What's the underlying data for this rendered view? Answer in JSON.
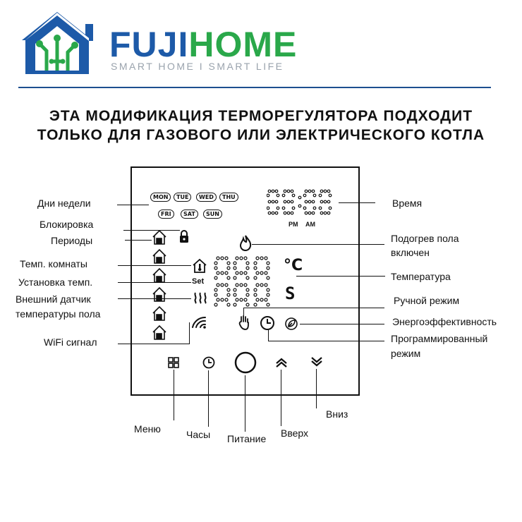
{
  "brand": {
    "name_left": "FUJI",
    "name_right": "HOME",
    "tagline": "SMART HOME  I  SMART LIFE",
    "colors": {
      "blue": "#1d5aa8",
      "green": "#2aa84a"
    }
  },
  "headline": {
    "line1": "ЭТА МОДИФИКАЦИЯ ТЕРМОРЕГУЛЯТОРА ПОДХОДИТ",
    "line2": "ТОЛЬКО ДЛЯ ГАЗОВОГО ИЛИ ЭЛЕКТРИЧЕСКОГО КОТЛА"
  },
  "display": {
    "days_row1": [
      "MON",
      "TUE",
      "WED",
      "THU"
    ],
    "days_row2": [
      "FRI",
      "SAT",
      "SUN"
    ],
    "pm": "PM",
    "am": "AM",
    "set": "Set",
    "unit_top": "°C",
    "unit_bottom": "S"
  },
  "labels": {
    "days": "Дни недели",
    "lock": "Блокировка",
    "periods": "Периоды",
    "room_temp": "Темп. комнаты",
    "set_temp": "Установка темп.",
    "floor_sensor_1": "Внешний датчик",
    "floor_sensor_2": "температуры пола",
    "wifi": "WiFi сигнал",
    "time": "Время",
    "floor_heat_1": "Подогрев пола",
    "floor_heat_2": "включен",
    "temperature": "Температура",
    "manual": "Ручной режим",
    "eco": "Энергоэффективность",
    "program_1": "Программированный",
    "program_2": "режим",
    "menu": "Меню",
    "clock": "Часы",
    "power": "Питание",
    "up": "Вверх",
    "down": "Вниз"
  },
  "icons": [
    "house-circuit-logo-icon",
    "lock-icon",
    "flame-icon",
    "thermometer-house-icon",
    "floor-heat-icon",
    "wifi-icon",
    "hand-icon",
    "clock-icon",
    "eco-leaf-icon",
    "menu-grid-icon",
    "power-button-icon",
    "chevron-up-icon",
    "chevron-down-icon",
    "period-house-icon"
  ]
}
